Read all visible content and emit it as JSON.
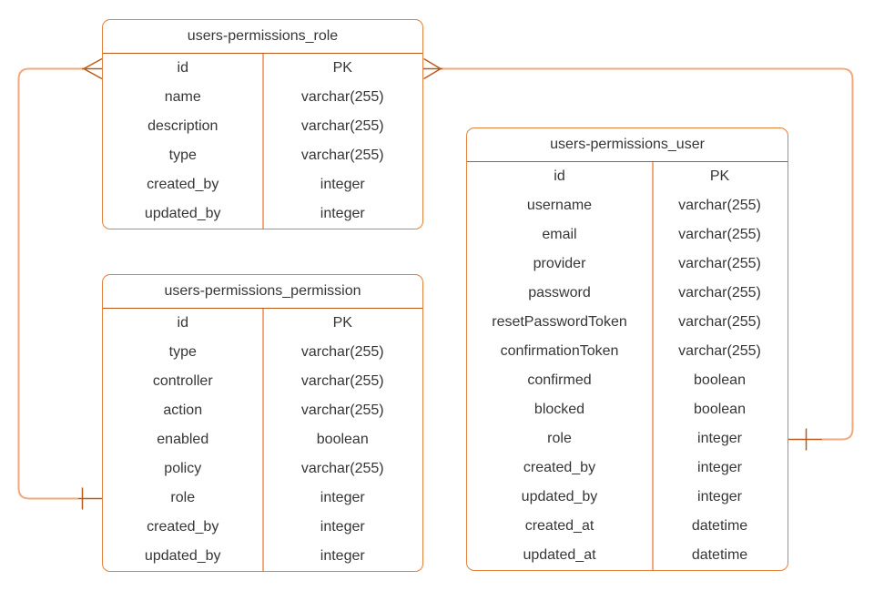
{
  "diagram": {
    "colors": {
      "table_border": "#E2803C",
      "divider_dark": "#BA5A19",
      "divider_light": "#F2A97E",
      "connector_light": "#F2A97E",
      "connector_dark": "#BA5A19",
      "text_color": "#363636"
    },
    "tables": [
      {
        "title": "users-permissions_role",
        "fields": [
          {
            "name": "id",
            "type": "PK"
          },
          {
            "name": "name",
            "type": "varchar(255)"
          },
          {
            "name": "description",
            "type": "varchar(255)"
          },
          {
            "name": "type",
            "type": "varchar(255)"
          },
          {
            "name": "created_by",
            "type": "integer"
          },
          {
            "name": "updated_by",
            "type": "integer"
          }
        ]
      },
      {
        "title": "users-permissions_permission",
        "fields": [
          {
            "name": "id",
            "type": "PK"
          },
          {
            "name": "type",
            "type": "varchar(255)"
          },
          {
            "name": "controller",
            "type": "varchar(255)"
          },
          {
            "name": "action",
            "type": "varchar(255)"
          },
          {
            "name": "enabled",
            "type": "boolean"
          },
          {
            "name": "policy",
            "type": "varchar(255)"
          },
          {
            "name": "role",
            "type": "integer"
          },
          {
            "name": "created_by",
            "type": "integer"
          },
          {
            "name": "updated_by",
            "type": "integer"
          }
        ]
      },
      {
        "title": "users-permissions_user",
        "fields": [
          {
            "name": "id",
            "type": "PK"
          },
          {
            "name": "username",
            "type": "varchar(255)"
          },
          {
            "name": "email",
            "type": "varchar(255)"
          },
          {
            "name": "provider",
            "type": "varchar(255)"
          },
          {
            "name": "password",
            "type": "varchar(255)"
          },
          {
            "name": "resetPasswordToken",
            "type": "varchar(255)"
          },
          {
            "name": "confirmationToken",
            "type": "varchar(255)"
          },
          {
            "name": "confirmed",
            "type": "boolean"
          },
          {
            "name": "blocked",
            "type": "boolean"
          },
          {
            "name": "role",
            "type": "integer"
          },
          {
            "name": "created_by",
            "type": "integer"
          },
          {
            "name": "updated_by",
            "type": "integer"
          },
          {
            "name": "created_at",
            "type": "datetime"
          },
          {
            "name": "updated_at",
            "type": "datetime"
          }
        ]
      }
    ],
    "relationships": [
      {
        "from_table": "users-permissions_role",
        "from_field": "id",
        "from_cardinality": "many",
        "to_table": "users-permissions_permission",
        "to_field": "role",
        "to_cardinality": "one"
      },
      {
        "from_table": "users-permissions_role",
        "from_field": "id",
        "from_cardinality": "many",
        "to_table": "users-permissions_user",
        "to_field": "role",
        "to_cardinality": "one"
      }
    ]
  }
}
